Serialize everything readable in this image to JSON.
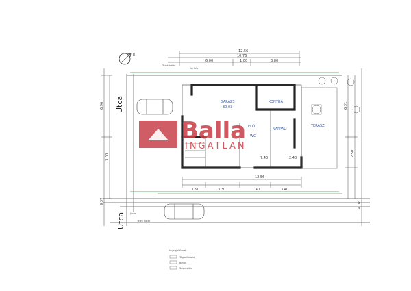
{
  "street_label": "Utca",
  "north_label": "É",
  "watermark": {
    "brand": "Balla",
    "sub": "INGATLAN"
  },
  "rooms": {
    "garage": "GARÁZS",
    "garage_area": "30.03",
    "kitchen": "KONYHA",
    "living": "NAPPALI",
    "terrace": "TERASZ",
    "hall": "ELŐT.",
    "wc": "WC"
  },
  "dimensions": {
    "top_total": "12.56",
    "top_inner": "10.76",
    "top_a": "6.00",
    "top_b": "1.00",
    "top_c": "3.80",
    "bottom_total": "12.56",
    "bottom_a": "1.90",
    "bottom_b": "3.30",
    "bottom_c": "1.40",
    "bottom_d": "3.40",
    "inner_a": "7.40",
    "inner_b": "2.40",
    "left_a": "6.96",
    "left_b": "3.00",
    "left_c": "9.37",
    "right_a": "6.31",
    "right_b": "2.50",
    "right_c": "4.07"
  },
  "annotations": {
    "top_note_1": "Telek határ",
    "top_note_2": "Kerítés",
    "bottom_note_1": "Járda",
    "bottom_note_2": "Telek határ"
  },
  "legend": {
    "title": "Anyagjelölések",
    "items": [
      "Tégla falazat",
      "Beton",
      "Szigetelés"
    ]
  },
  "colors": {
    "lines": "#4a4a4a",
    "walls": "#222222",
    "blue": "#3a5aa8",
    "green": "#3f9a4a",
    "watermark": "#c8414b"
  }
}
